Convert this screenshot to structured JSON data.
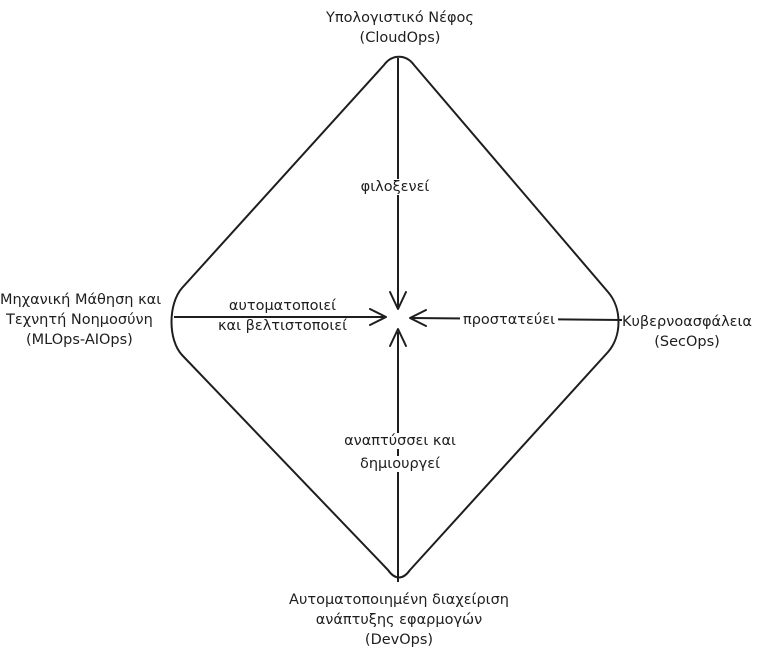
{
  "nodes": {
    "top": {
      "line1": "Υπολογιστικό Νέφος",
      "line2": "(CloudOps)"
    },
    "right": {
      "line1": "Κυβερνοασφάλεια",
      "line2": "(SecOps)"
    },
    "left": {
      "line1": "Μηχανική Μάθηση και",
      "line2": "Τεχνητή Νοημοσύνη",
      "line3": "(MLOps-AIOps)"
    },
    "bottom": {
      "line1": "Αυτοματοποιημένη διαχείριση",
      "line2": "ανάπτυξης εφαρμογών",
      "line3": "(DevOps)"
    }
  },
  "edges": {
    "top": {
      "line1": "φιλοξενεί"
    },
    "left": {
      "line1": "αυτοματοποιεί",
      "line2": "και βελτιστοποιεί"
    },
    "right": {
      "line1": "προστατεύει"
    },
    "bottom": {
      "line1": "αναπτύσσει και",
      "line2": "δημιουργεί"
    }
  },
  "colors": {
    "stroke": "#1e1e1e",
    "background": "#ffffff"
  }
}
